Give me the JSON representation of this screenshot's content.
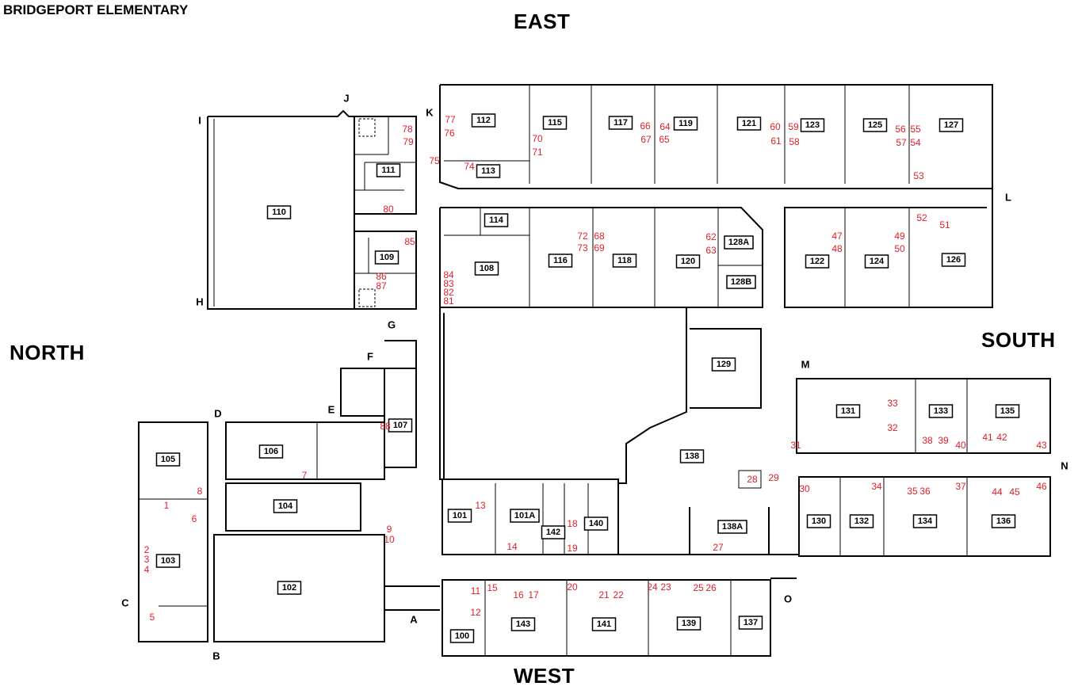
{
  "title": "BRIDGEPORT ELEMENTARY",
  "directions": {
    "east": "EAST",
    "west": "WEST",
    "north": "NORTH",
    "south": "SOUTH"
  },
  "rooms": [
    "100",
    "101",
    "101A",
    "102",
    "103",
    "104",
    "105",
    "106",
    "107",
    "108",
    "109",
    "110",
    "111",
    "112",
    "113",
    "114",
    "115",
    "116",
    "117",
    "118",
    "119",
    "120",
    "121",
    "122",
    "123",
    "124",
    "125",
    "126",
    "127",
    "128A",
    "128B",
    "129",
    "130",
    "131",
    "132",
    "133",
    "134",
    "135",
    "136",
    "137",
    "138",
    "138A",
    "139",
    "140",
    "141",
    "142",
    "143"
  ],
  "entrances": [
    "A",
    "B",
    "C",
    "D",
    "E",
    "F",
    "G",
    "H",
    "I",
    "J",
    "K",
    "L",
    "M",
    "N",
    "O"
  ],
  "markers": [
    "1",
    "2",
    "3",
    "4",
    "5",
    "6",
    "7",
    "8",
    "9",
    "10",
    "11",
    "12",
    "13",
    "14",
    "15",
    "16",
    "17",
    "18",
    "19",
    "20",
    "21",
    "22",
    "23",
    "24",
    "25",
    "26",
    "27",
    "28",
    "29",
    "30",
    "31",
    "32",
    "33",
    "34",
    "35",
    "36",
    "37",
    "38",
    "39",
    "40",
    "41",
    "42",
    "43",
    "44",
    "45",
    "46",
    "47",
    "48",
    "49",
    "50",
    "51",
    "52",
    "53",
    "54",
    "55",
    "56",
    "57",
    "58",
    "59",
    "60",
    "61",
    "62",
    "63",
    "64",
    "65",
    "66",
    "67",
    "68",
    "69",
    "70",
    "71",
    "72",
    "73",
    "74",
    "75",
    "76",
    "77",
    "78",
    "79",
    "80",
    "81",
    "82",
    "83",
    "84",
    "85",
    "86",
    "87",
    "88"
  ]
}
